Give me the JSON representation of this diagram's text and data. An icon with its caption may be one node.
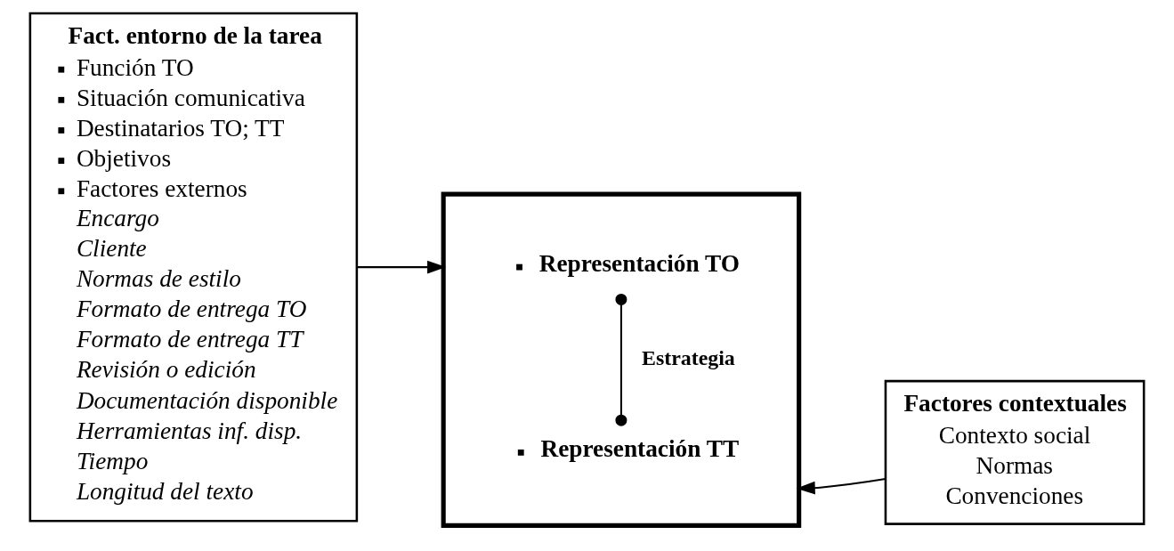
{
  "diagram": {
    "nodes": [
      {
        "text": [
          "Fact. entorno de la tarea",
          "Función TO",
          "Situación comunicativa",
          "Destinatarios TO; TT",
          "Objetivos",
          "Factores externos",
          "Encargo",
          "Cliente",
          "Normas de estilo",
          "Formato de entrega TO",
          "Formato de entrega TT",
          "Revisión o edición",
          "Documentación disponible",
          "Herramientas inf. disp.",
          "Tiempo",
          "Longitud del texto"
        ]
      },
      {
        "text": [],
        "shape": "box"
      },
      {
        "text": [
          "Representación TO"
        ],
        "in": 1
      },
      {
        "text": [
          "Representación TT"
        ],
        "in": 1
      },
      {
        "text": [
          "Factores contextuales",
          "Contexto social",
          "Normas",
          "Convenciones"
        ]
      }
    ],
    "edges": [
      {
        "from": 0,
        "to": 1,
        "arrow": "to"
      },
      {
        "from": 4,
        "to": 1,
        "arrow": "to"
      },
      {
        "from": 2,
        "to": 3,
        "arrow": "other",
        "label": "Estrategia"
      }
    ]
  }
}
